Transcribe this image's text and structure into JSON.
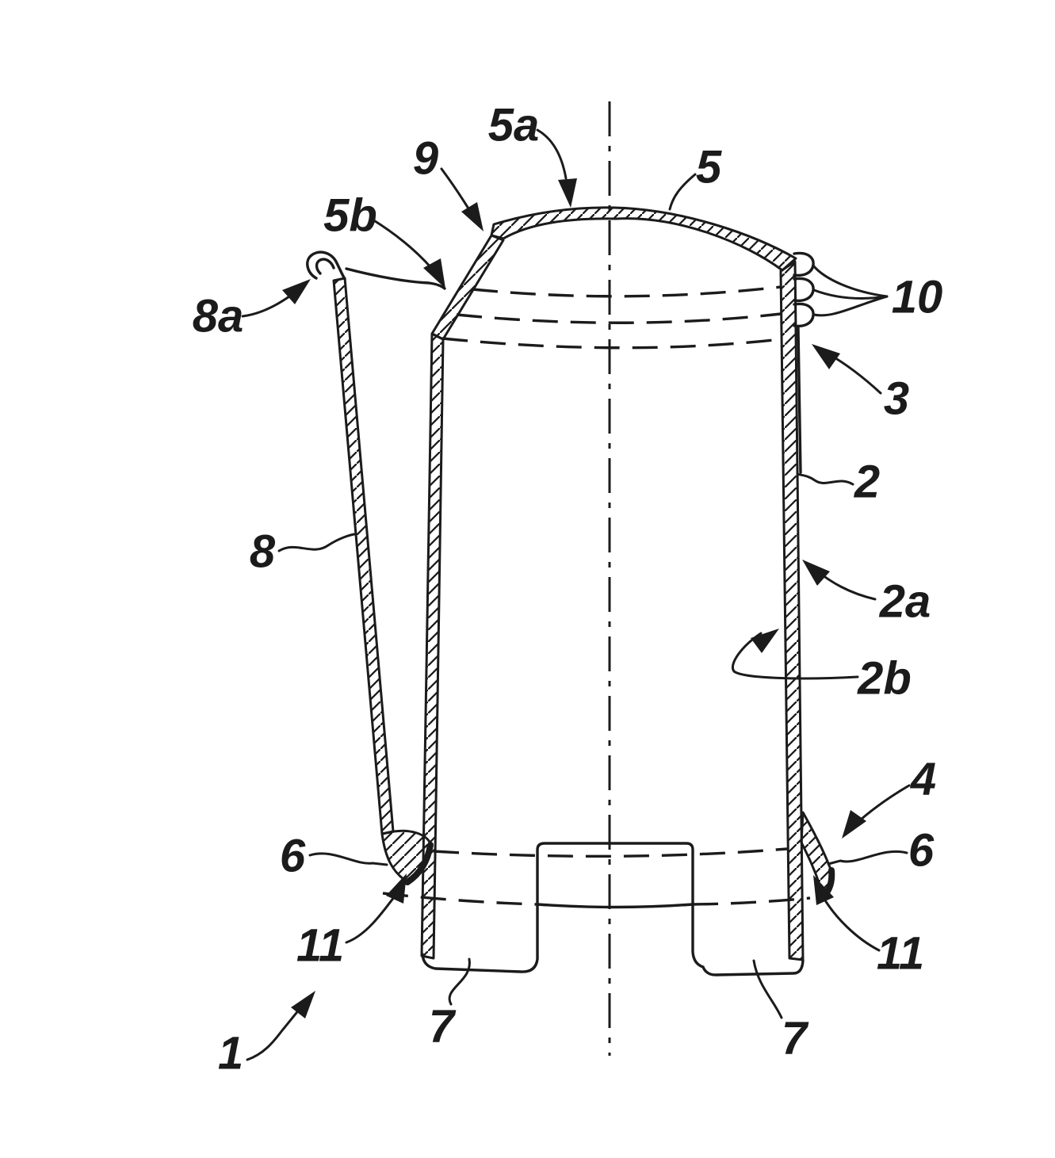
{
  "figure": {
    "kind": "patent-line-drawing",
    "colors": {
      "ink": "#1b1b1b",
      "paper": "#ffffff"
    },
    "labels": {
      "1": "1",
      "2": "2",
      "2a": "2a",
      "2b": "2b",
      "3": "3",
      "4": "4",
      "5": "5",
      "5a": "5a",
      "5b": "5b",
      "6_left": "6",
      "6_right": "6",
      "7_left": "7",
      "7_right": "7",
      "8": "8",
      "8a": "8a",
      "9": "9",
      "10": "10",
      "11_left": "11",
      "11_right": "11"
    }
  }
}
